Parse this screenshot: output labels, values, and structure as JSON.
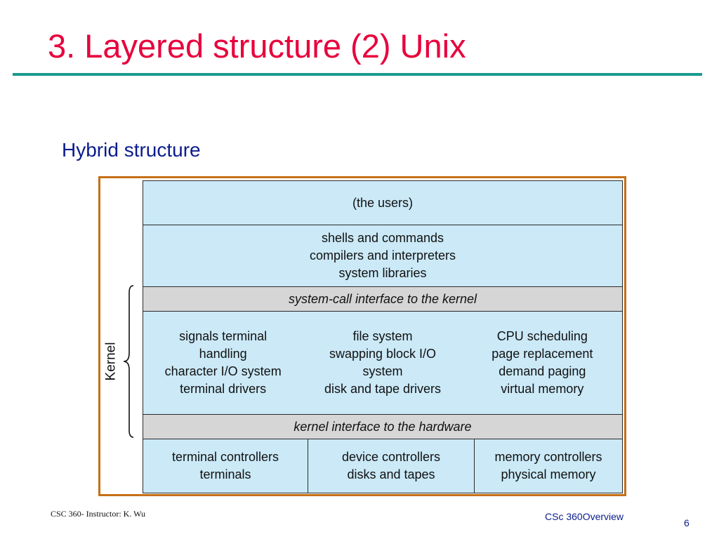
{
  "title": "3. Layered structure (2) Unix",
  "subtitle": "Hybrid structure",
  "diagram": {
    "kernel_label": "Kernel",
    "layers": {
      "users": {
        "lines": [
          "(the users)"
        ]
      },
      "shells": {
        "lines": [
          "shells and commands",
          "compilers and interpreters",
          "system libraries"
        ]
      },
      "syscall": {
        "lines": [
          "system-call interface to the kernel"
        ]
      },
      "kernel_services": {
        "columns": [
          [
            "signals terminal",
            "handling",
            "character I/O system",
            "terminal drivers"
          ],
          [
            "file system",
            "swapping block I/O",
            "system",
            "disk and tape drivers"
          ],
          [
            "CPU scheduling",
            "page replacement",
            "demand paging",
            "virtual memory"
          ]
        ]
      },
      "hw_interface": {
        "lines": [
          "kernel interface to the hardware"
        ]
      },
      "hardware": {
        "columns": [
          [
            "terminal controllers",
            "terminals"
          ],
          [
            "device controllers",
            "disks and tapes"
          ],
          [
            "memory controllers",
            "physical memory"
          ]
        ]
      }
    }
  },
  "footer": {
    "left": "CSC 360- Instructor: K. Wu",
    "center": "CSc 360Overview",
    "page_number": "6"
  },
  "colors": {
    "title": "#e8003c",
    "rule": "#1a9a8f",
    "subtitle": "#0b1d8c",
    "frame_border": "#c57017",
    "layer_blue": "#cbe9f7",
    "layer_gray": "#d6d6d6"
  }
}
